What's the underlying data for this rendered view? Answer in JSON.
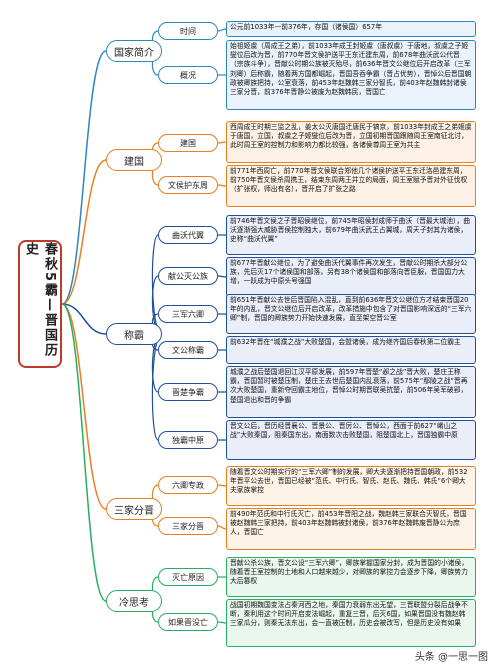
{
  "root": {
    "title": "春秋5霸—晋国历史"
  },
  "sections": [
    {
      "label": "国家简介",
      "items": [
        {
          "label": "时间",
          "text": "公元前1033年—前376年，存国（诸侯国）657年"
        },
        {
          "label": "概况",
          "text": "始祖姬虞（周成王之弟），前1033年成王封姬虞（唐叔虞）于唐地，叔虞之子姬燮位后改为晋，前770年晋文侯护送平王东迁建东周，前678年曲沃武公代晋（宗族斗争），晋献公时期公族被灭殆尽，前636年晋文公继位后开启改革（三军刘卿）后称霸，随着两方国都崛起，晋国吾吞争霸（晋占优势），晋悼公后晋国朝政被卿族把持，公室衰落，前453年赵魏韩三家分智氏，前403年赵魏韩封诸侯三家分晋，前376年晋静公被废为赵魏韩民，晋国亡"
        }
      ]
    },
    {
      "label": "建国",
      "items": [
        {
          "label": "建国",
          "text": "西周成王时期三监之乱，姜太公灭唐国迁唐民于镐京，前1033年封成王之弟姬虞于唐国，立国，叔虞之子姬燮位后改为晋，立国初期晋国跟随周王室南征北讨，此时周王室的控制力和影响力都比较强，各诸侯尊周王室为共主"
        },
        {
          "label": "文侯护东周",
          "text": "前771年西周亡，前770年晋文侯联合郑他几个诸侯护送平王东迁洛邑建东周，前750年晋文侯杀周携王，结束东周两王并立的局面，周王室赋予晋对外征伐权（扩张权，师出有名），晋开启了扩张之路"
        }
      ]
    },
    {
      "label": "称霸",
      "items": [
        {
          "label": "曲沃代翼",
          "text": "前746年晋文侯之子晋昭侯继位，前745年昭侯封成师于曲沃（晋最大城池），曲沃逐渐强大威胁晋侯控制独大，前679年曲沃武王占翼城，周天子封其为诸侯，史称“曲沃代翼”"
        },
        {
          "label": "献公灭公族",
          "text": "前677年晋献公继位，为了避免曲沃代翼事件再次发生，晋献公时期杀大部分公族，先后灭17个诸侯国和部落，另有38个诸侯国和部落向晋臣服，晋国国力大增，一跃成为中原头号强国"
        },
        {
          "label": "三军六卿",
          "text": "前651年晋献公去世后晋国陷入混乱，直到前636年晋文公继位方才结束晋国20年的内乱，晋文公继位后开启改革，改革措施中包含了对晋国影响深远的“三军六卿”制，晋国的卿族势力开始快速发展，直至架空晋公室"
        },
        {
          "label": "文公称霸",
          "text": "前632年晋在“城濮之战”大败楚国，会盟诸侯，成为继齐国后春秋第二位霸主"
        },
        {
          "label": "晋楚争霸",
          "text": "城濮之战后楚国退回江汉平原发展，前597年晋楚“邲之战”晋大败，楚庄王称霸，晋国暂时被楚压制，楚庄王去世后楚国内乱衰落，前575年“鄢陵之战”晋再次大败楚国，重新夺回霸主地位，晋悼公时期晋联吴抗楚，前506年吴军破郢，楚国退出和晋的争霸"
        },
        {
          "label": "独霸中原",
          "text": "晋文公后，晋历经晋襄公、晋景公、晋厉公、晋悼公，西面于前627“崤山之战”大败秦国，阻秦国东出，南面数次击败楚国，阻楚国北上，晋国独霸中原"
        }
      ]
    },
    {
      "label": "三家分晋",
      "items": [
        {
          "label": "六卿专政",
          "text": "随着晋文公时期实行的“三军六卿”制的发展，卿大夫逐渐把持晋国朝政，前532年晋平公去世，晋国已经被“范氏、中行氏、智氏、赵氏、魏氏、韩氏”6个卿大夫家族掌控"
        },
        {
          "label": "三家分晋",
          "text": "前490年范氏和中行氏灭亡，前453年晋阳之战，魏赵韩三家联合灭智氏，晋国被赵魏韩三家把持，前403年赵魏韩被封诸侯，前376年赵魏韩废晋静公为庶人，晋国亡"
        }
      ]
    },
    {
      "label": "冷思考",
      "items": [
        {
          "label": "灭亡原因",
          "text": "晋献公杀公族，晋文公设“三军六卿”，卿族掌握国家分封，成为晋国的小诸侯，随着晋王室控制的土地和人口越来越少，对卿族的掌控力会逐步下降，卿族势力大后篡权"
        },
        {
          "label": "如果晋没亡",
          "text": "战国初期魏国变法占秦河西之地，秦国力衰弱东出无望，三晋联盟分裂后战争不断，秦利用这个时间开启变法崛起，重复三晋，后灭6国，如果晋国没有魏赵韩三家瓜分，则秦无法东出，会一直被压制，历史会被改写，但是历史没有如果"
        }
      ]
    }
  ],
  "watermark": "头条 @一思一图"
}
